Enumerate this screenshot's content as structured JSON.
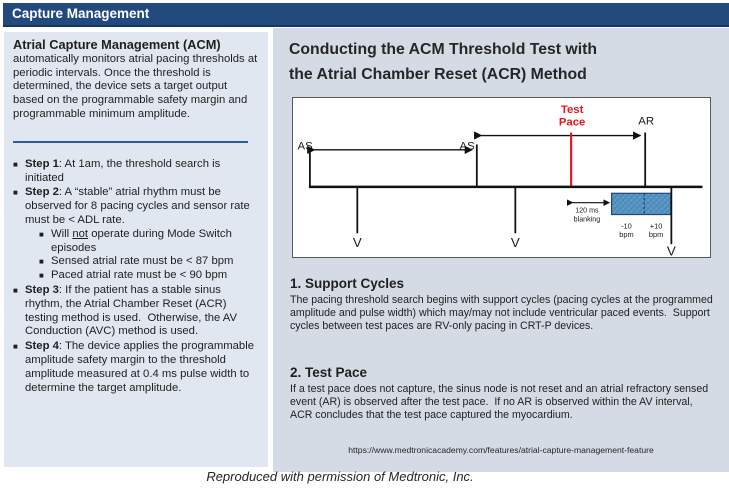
{
  "header": {
    "title": "Capture Management"
  },
  "left_panel": {
    "bullet_glyph": "■",
    "title": "Atrial Capture Management (ACM)",
    "intro": "automatically monitors atrial pacing thresholds at periodic intervals. Once the threshold is determined, the device sets a target output based on the programmable safety margin and programmable minimum amplitude.",
    "bullets": [
      {
        "label": "Step 1",
        "text": ": At 1am, the threshold search is initiated"
      },
      {
        "label": "Step 2",
        "text": ": A “stable” atrial rhythm must be observed for 8 pacing cycles and sensor rate must be < ADL rate."
      },
      {
        "label": "Step 3",
        "text": ": If the patient has a stable sinus rhythm, the Atrial Chamber Reset (ACR) testing method is used.  Otherwise, the AV Conduction (AVC) method is used."
      },
      {
        "label": "Step 4",
        "text": ": The device applies the programmable amplitude safety margin to the threshold amplitude measured at 0.4 ms pulse width to determine the target amplitude."
      }
    ],
    "step2_sub": {
      "s1_pre": "Will ",
      "s1_underlined": "not",
      "s1_post": " operate during Mode Switch episodes",
      "s2": "Sensed atrial rate must be < 87 bpm",
      "s3": "Paced atrial rate must be < 90 bpm"
    }
  },
  "right_panel": {
    "title_line1": "Conducting the ACM Threshold Test with",
    "title_line2": "the Atrial Chamber Reset (ACR) Method",
    "sections": [
      {
        "heading": "1. Support Cycles",
        "body": "The pacing threshold search begins with support cycles (pacing cycles at the programmed amplitude and pulse width) which may/may not include ventricular paced events.  Support cycles between test paces are RV-only pacing in CRT-P devices."
      },
      {
        "heading": "2. Test Pace",
        "body": "If a test pace does not capture, the sinus node is not reset and an atrial refractory sensed event (AR) is observed after the test pace.  If no AR is observed within the AV interval, ACR concludes that the test pace captured the myocardium."
      }
    ],
    "source_url": "https://www.medtronicacademy.com/features/atrial-capture-management-feature"
  },
  "diagram": {
    "labels": {
      "as1": "AS",
      "as2": "AS",
      "test_pace_line1": "Test",
      "test_pace_line2": "Pace",
      "ar": "AR",
      "v1": "V",
      "v2": "V",
      "v3": "V",
      "blanking_line1": "120 ms",
      "blanking_line2": "blanking",
      "minus_bpm_value": "-10",
      "minus_bpm_unit": "bpm",
      "plus_bpm_value": "+10",
      "plus_bpm_unit": "bpm"
    }
  },
  "footer": {
    "credit": "Reproduced with permission of Medtronic, Inc."
  },
  "colors": {
    "header_navy": "#234a7d",
    "header_border": "#16365c",
    "left_panel_bg": "#e1e7f0",
    "right_panel_bg": "#d4dbe4",
    "divider_blue": "#2e5ba0",
    "accent_red": "#e0191d",
    "window_blue": "#5b9bc9",
    "text_dark": "#1f1f1f"
  }
}
